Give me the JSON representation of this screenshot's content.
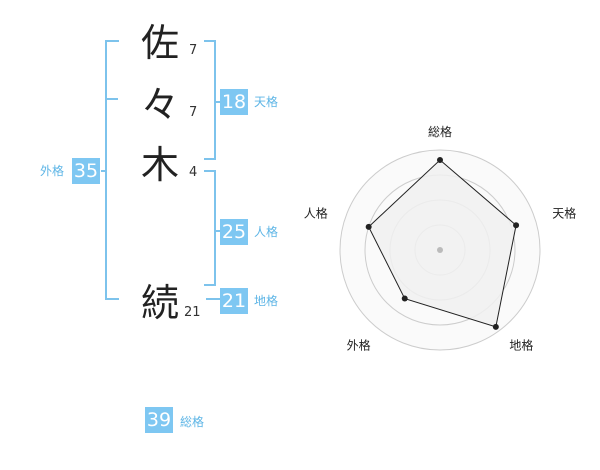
{
  "name": {
    "chars": [
      {
        "char": "佐",
        "strokes": "7"
      },
      {
        "char": "々",
        "strokes": "7"
      },
      {
        "char": "木",
        "strokes": "4"
      },
      {
        "char": "続",
        "strokes": "21"
      }
    ]
  },
  "kaku": {
    "tenkaku": {
      "label": "天格",
      "value": "18"
    },
    "jinkaku": {
      "label": "人格",
      "value": "25"
    },
    "chikaku": {
      "label": "地格",
      "value": "21"
    },
    "gaikaku": {
      "label": "外格",
      "value": "35"
    },
    "soukaku": {
      "label": "総格",
      "value": "39"
    }
  },
  "chart_data": {
    "type": "radar",
    "categories": [
      "総格",
      "天格",
      "地格",
      "外格",
      "人格"
    ],
    "values": [
      0.9,
      0.8,
      0.95,
      0.6,
      0.75
    ],
    "range": [
      0,
      1
    ],
    "rings": 4,
    "colors": {
      "fill": "#f0f0f0",
      "line": "#222222",
      "ring": "#cccccc",
      "center": "#bbbbbb"
    }
  }
}
